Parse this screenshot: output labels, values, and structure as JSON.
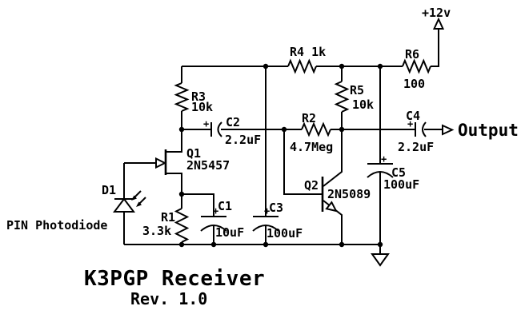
{
  "title": "K3PGP Receiver",
  "revision": "Rev. 1.0",
  "power_rail": {
    "label": "+12v"
  },
  "output": {
    "label": "Output"
  },
  "polarity_mark": "+",
  "components": {
    "r1": {
      "name": "R1",
      "value": "3.3k"
    },
    "r2": {
      "name": "R2",
      "value": "4.7Meg"
    },
    "r3": {
      "name": "R3",
      "value": "10k"
    },
    "r4": {
      "label": "R4 1k"
    },
    "r5": {
      "name": "R5",
      "value": "10k"
    },
    "r6": {
      "name": "R6",
      "value": "100"
    },
    "c1": {
      "name": "C1",
      "value": "10uF"
    },
    "c2": {
      "name": "C2",
      "value": "2.2uF"
    },
    "c3": {
      "name": "C3",
      "value": "100uF"
    },
    "c4": {
      "name": "C4",
      "value": "2.2uF"
    },
    "c5": {
      "name": "C5",
      "value": "100uF"
    },
    "q1": {
      "name": "Q1",
      "part": "2N5457"
    },
    "q2": {
      "name": "Q2",
      "part": "2N5089"
    },
    "d1": {
      "name": "D1",
      "caption": "PIN Photodiode"
    }
  },
  "colors": {
    "ink": "#000000",
    "background": "#ffffff"
  }
}
